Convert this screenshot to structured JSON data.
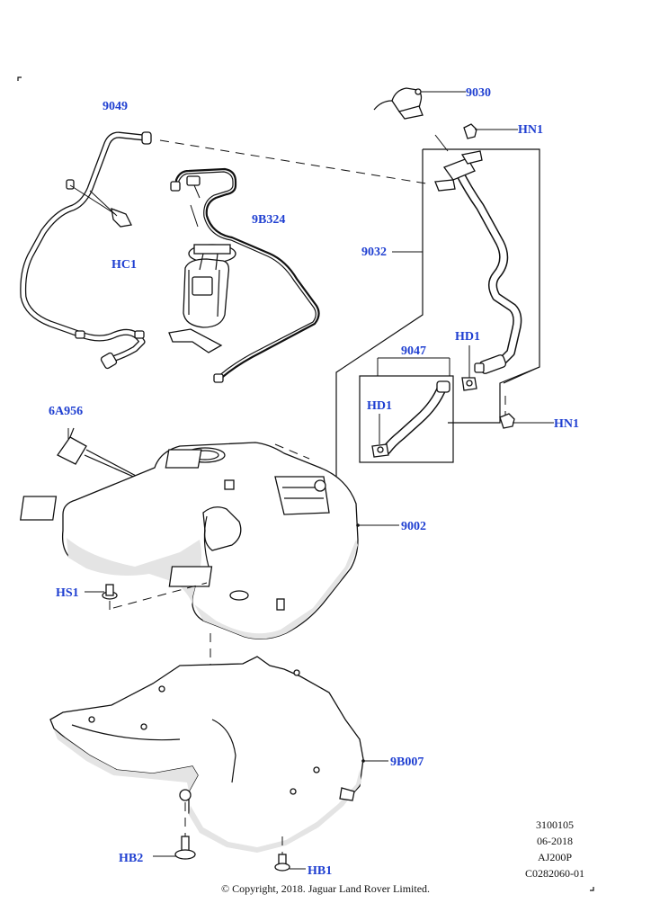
{
  "labels": {
    "p9049": "9049",
    "p9030": "9030",
    "hn1_top": "HN1",
    "p9b324": "9B324",
    "hc1": "HC1",
    "p9032": "9032",
    "p9047": "9047",
    "hd1_right": "HD1",
    "hd1_left": "HD1",
    "hn1_bottom": "HN1",
    "p6a956": "6A956",
    "p9002": "9002",
    "hs1": "HS1",
    "p9b007": "9B007",
    "hb2": "HB2",
    "hb1": "HB1"
  },
  "info": {
    "line1": "3100105",
    "line2": "06-2018",
    "line3": "AJ200P",
    "line4": "C0282060-01"
  },
  "copyright": "© Copyright, 2018. Jaguar Land Rover Limited.",
  "colors": {
    "label": "#1f3fd1",
    "line": "#111111",
    "background": "#ffffff"
  }
}
